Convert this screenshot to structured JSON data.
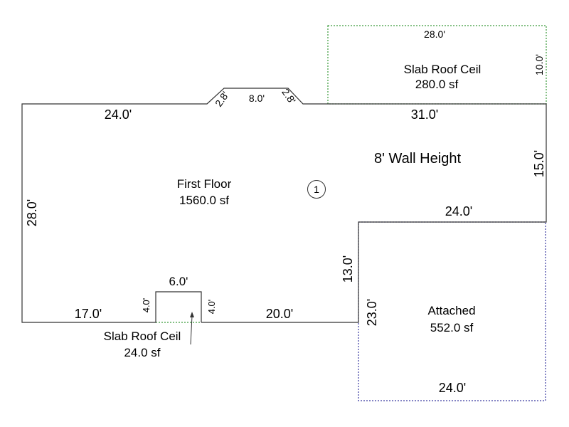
{
  "wall_height_label": "8' Wall Height",
  "first_floor": {
    "name": "First Floor",
    "area": "1560.0 sf",
    "marker": "1",
    "dims": {
      "top_left": "24.0'",
      "bay_side_left": "2.8'",
      "bay_front": "8.0'",
      "bay_side_right": "2.8'",
      "top_right": "31.0'",
      "right_upper": "15.0'",
      "step": "24.0'",
      "right_lower": "13.0'",
      "left": "28.0'",
      "bottom_left": "17.0'",
      "bump_left": "4.0'",
      "bump_top": "6.0'",
      "bump_right": "4.0'",
      "bottom_right": "20.0'"
    }
  },
  "slab_roof_top": {
    "name": "Slab Roof Ceil",
    "area": "280.0 sf",
    "dims": {
      "top": "28.0'",
      "right": "10.0'"
    }
  },
  "slab_roof_small": {
    "name": "Slab Roof Ceil",
    "area": "24.0 sf"
  },
  "attached": {
    "name": "Attached",
    "area": "552.0 sf",
    "dims": {
      "left": "23.0'",
      "bottom": "24.0'"
    }
  }
}
